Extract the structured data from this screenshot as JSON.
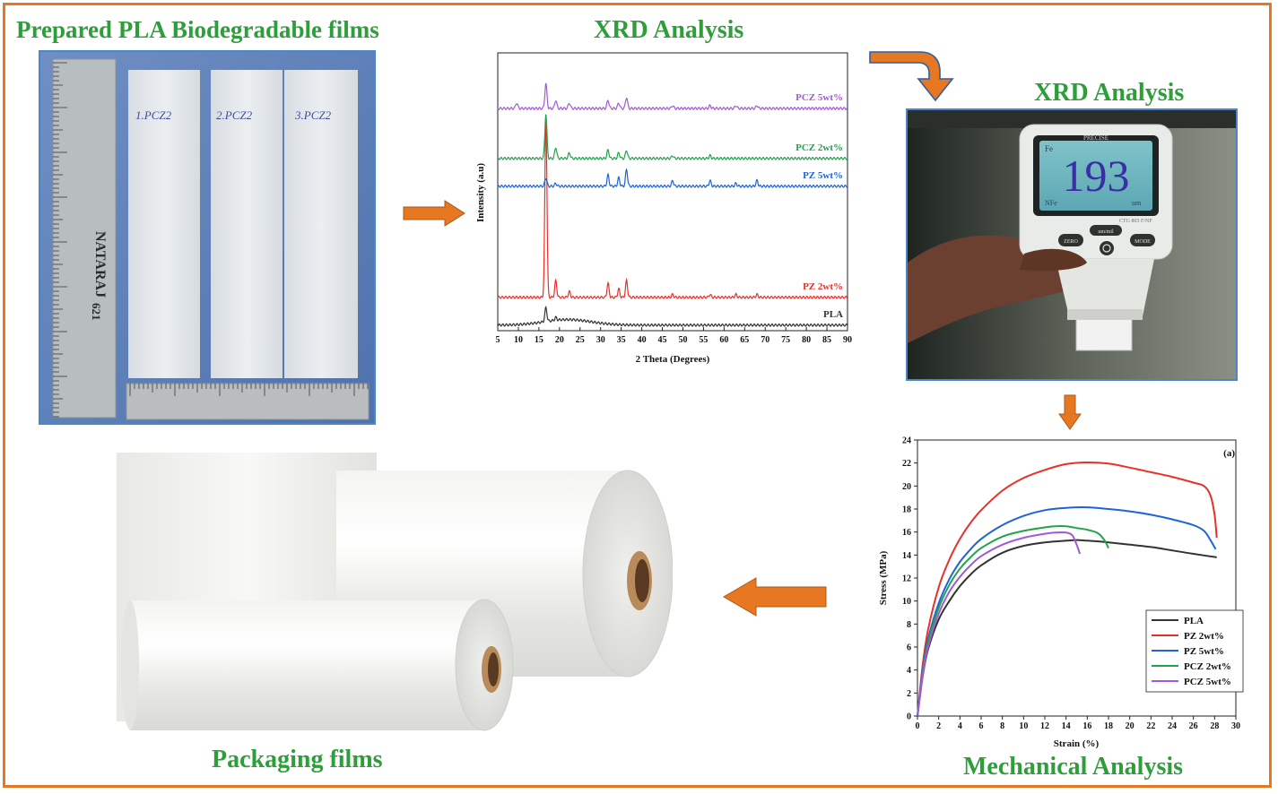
{
  "headings": {
    "films": "Prepared PLA Biodegradable films",
    "xrd_top": "XRD Analysis",
    "xrd_right": "XRD Analysis",
    "packaging": "Packaging films",
    "mechanical": "Mechanical Analysis"
  },
  "photo_films": {
    "strip_labels": [
      "1.PCZ2",
      "2.PCZ2",
      "3.PCZ2"
    ],
    "ruler_brand": "NATARAJ",
    "ruler_model": "621"
  },
  "photo_gauge": {
    "brand": "PRECISE",
    "reading": "193",
    "mode_fe": "Fe",
    "mode_nfe": "NFe",
    "unit": "um",
    "model": "CTG 803 F/NF",
    "buttons": [
      "ZERO",
      "um/mil",
      "MODE"
    ]
  },
  "colors": {
    "accent": "#e87722",
    "heading": "#2e9e3a",
    "border_photo": "#4a86c8",
    "PLA": "#333333",
    "PZ2": "#e8302a",
    "PZ5": "#1f63d8",
    "PCZ2": "#22a34a",
    "PCZ5": "#a259d9"
  },
  "xrd_chart": {
    "type": "line",
    "xlabel": "2 Theta (Degrees)",
    "ylabel": "Intensity (a.u)",
    "xlim": [
      5,
      90
    ],
    "xticks": [
      5,
      10,
      15,
      20,
      25,
      30,
      35,
      40,
      45,
      50,
      55,
      60,
      65,
      70,
      75,
      80,
      85,
      90
    ],
    "series": [
      {
        "name": "PLA",
        "color": "#333333",
        "baseline": 0.02,
        "peaks": [
          [
            16.7,
            0.05
          ],
          [
            19.1,
            0.01
          ]
        ],
        "hump": 0.02
      },
      {
        "name": "PZ 2wt%",
        "color": "#e8302a",
        "baseline": 0.12,
        "peaks": [
          [
            16.7,
            0.66
          ],
          [
            19.1,
            0.06
          ],
          [
            22.4,
            0.02
          ],
          [
            31.8,
            0.05
          ],
          [
            34.4,
            0.03
          ],
          [
            36.3,
            0.06
          ],
          [
            47.5,
            0.01
          ],
          [
            56.6,
            0.01
          ],
          [
            62.9,
            0.01
          ],
          [
            68.0,
            0.01
          ]
        ],
        "hump": 0.0
      },
      {
        "name": "PZ 5wt%",
        "color": "#1f63d8",
        "baseline": 0.52,
        "peaks": [
          [
            16.7,
            0.03
          ],
          [
            19.1,
            0.01
          ],
          [
            31.8,
            0.04
          ],
          [
            34.4,
            0.03
          ],
          [
            36.3,
            0.06
          ],
          [
            47.5,
            0.02
          ],
          [
            56.6,
            0.02
          ],
          [
            62.9,
            0.01
          ],
          [
            68.0,
            0.02
          ]
        ],
        "hump": 0.0
      },
      {
        "name": "PCZ 2wt%",
        "color": "#22a34a",
        "baseline": 0.62,
        "peaks": [
          [
            16.7,
            0.16
          ],
          [
            19.1,
            0.04
          ],
          [
            22.4,
            0.02
          ],
          [
            31.8,
            0.03
          ],
          [
            34.4,
            0.02
          ],
          [
            36.3,
            0.03
          ],
          [
            47.5,
            0.01
          ],
          [
            56.6,
            0.01
          ]
        ],
        "hump": 0.0
      },
      {
        "name": "PCZ 5wt%",
        "color": "#a259d9",
        "baseline": 0.8,
        "peaks": [
          [
            9.6,
            0.02
          ],
          [
            16.7,
            0.09
          ],
          [
            19.1,
            0.03
          ],
          [
            22.4,
            0.02
          ],
          [
            31.8,
            0.03
          ],
          [
            34.4,
            0.02
          ],
          [
            36.3,
            0.04
          ],
          [
            47.5,
            0.01
          ],
          [
            56.6,
            0.01
          ],
          [
            62.9,
            0.01
          ],
          [
            68.0,
            0.01
          ]
        ],
        "hump": 0.0
      }
    ]
  },
  "stress_chart": {
    "type": "line",
    "annotation": "(a)",
    "xlabel": "Strain (%)",
    "ylabel": "Stress (MPa)",
    "xlim": [
      0,
      30
    ],
    "ylim": [
      0,
      24
    ],
    "xticks": [
      0,
      2,
      4,
      6,
      8,
      10,
      12,
      14,
      16,
      18,
      20,
      22,
      24,
      26,
      28,
      30
    ],
    "yticks": [
      0,
      2,
      4,
      6,
      8,
      10,
      12,
      14,
      16,
      18,
      20,
      22,
      24
    ],
    "legend_position": "bottom-right",
    "series": [
      {
        "name": "PLA",
        "color": "#333333",
        "x": [
          0,
          0.5,
          1,
          2,
          3,
          4,
          5,
          6,
          8,
          10,
          12,
          14,
          15,
          16,
          18,
          20,
          22,
          24,
          26,
          28.2
        ],
        "y": [
          0,
          3.5,
          5.8,
          8.4,
          10.0,
          11.3,
          12.3,
          13.1,
          14.2,
          14.8,
          15.1,
          15.25,
          15.3,
          15.25,
          15.1,
          14.9,
          14.7,
          14.4,
          14.1,
          13.8
        ]
      },
      {
        "name": "PZ 2wt%",
        "color": "#e8302a",
        "x": [
          0,
          0.5,
          1,
          2,
          3,
          4,
          5,
          6,
          8,
          10,
          12,
          14,
          16,
          18,
          20,
          22,
          24,
          26,
          27,
          27.6,
          28,
          28.2
        ],
        "y": [
          0,
          4.5,
          7.5,
          11.2,
          13.6,
          15.4,
          16.8,
          17.9,
          19.6,
          20.7,
          21.4,
          21.9,
          22.05,
          21.95,
          21.6,
          21.2,
          20.8,
          20.3,
          20.0,
          19.2,
          17.5,
          15.5
        ]
      },
      {
        "name": "PZ 5wt%",
        "color": "#1f63d8",
        "x": [
          0,
          0.5,
          1,
          2,
          3,
          4,
          5,
          6,
          8,
          10,
          12,
          14,
          16,
          18,
          20,
          22,
          24,
          26,
          27,
          27.6,
          28.1
        ],
        "y": [
          0,
          4.0,
          6.7,
          9.8,
          11.9,
          13.4,
          14.5,
          15.4,
          16.6,
          17.4,
          17.9,
          18.1,
          18.15,
          18.0,
          17.8,
          17.5,
          17.1,
          16.6,
          16.1,
          15.3,
          14.5
        ]
      },
      {
        "name": "PCZ 2wt%",
        "color": "#22a34a",
        "x": [
          0,
          0.5,
          1,
          2,
          3,
          4,
          5,
          6,
          8,
          10,
          12,
          13,
          14,
          15,
          16,
          17,
          17.6,
          18
        ],
        "y": [
          0,
          3.8,
          6.4,
          9.4,
          11.4,
          12.8,
          13.8,
          14.6,
          15.6,
          16.1,
          16.4,
          16.5,
          16.5,
          16.35,
          16.2,
          15.9,
          15.3,
          14.6
        ]
      },
      {
        "name": "PCZ 5wt%",
        "color": "#a259d9",
        "x": [
          0,
          0.5,
          1,
          2,
          3,
          4,
          5,
          6,
          8,
          10,
          12,
          13,
          14,
          14.6,
          15,
          15.3
        ],
        "y": [
          0,
          3.6,
          6.0,
          8.9,
          10.8,
          12.1,
          13.1,
          13.9,
          14.9,
          15.5,
          15.85,
          15.95,
          15.95,
          15.7,
          14.9,
          14.1
        ]
      }
    ]
  }
}
